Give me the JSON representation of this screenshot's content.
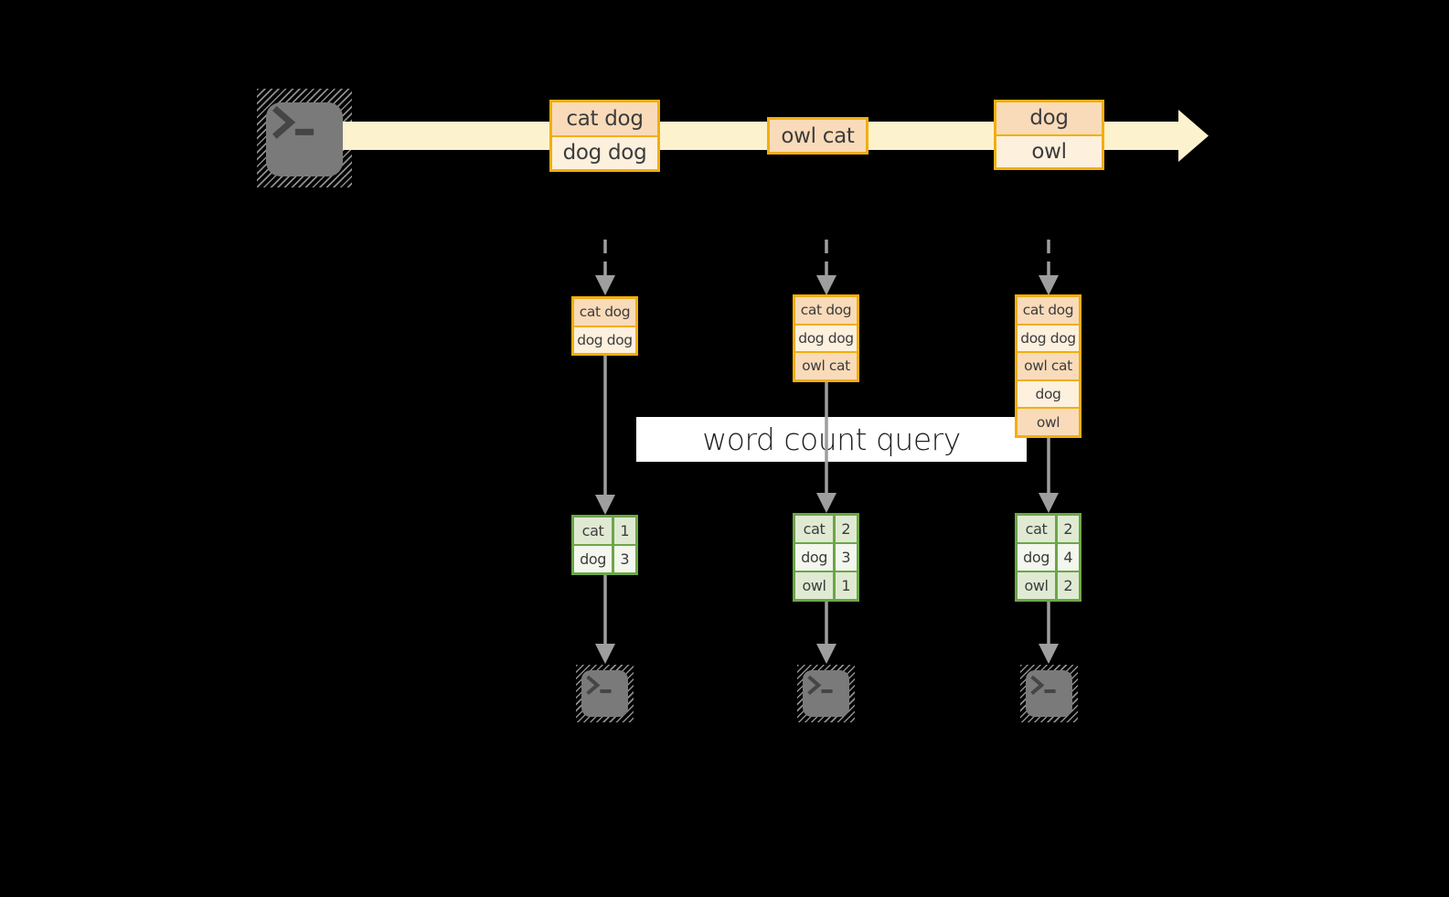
{
  "colors": {
    "background": "#000000",
    "stream_band": "#FCF2CE",
    "batch_border": "#F2AE0E",
    "batch_fill_a": "#F9DBBA",
    "batch_fill_b": "#FDF0DD",
    "table_border": "#6CA647",
    "table_fill_a": "#E0EAD3",
    "table_fill_b": "#F3F7EE",
    "arrow_gray": "#9E9E9E",
    "terminal_gray": "#7A7A7A",
    "terminal_glyph": "#454545",
    "banner_bg": "#FFFFFF",
    "banner_text": "#1F1F1F",
    "box_text": "#3C3C3C"
  },
  "icons": {
    "source": "terminal-icon",
    "consumers": [
      "terminal-icon",
      "terminal-icon",
      "terminal-icon"
    ]
  },
  "timeline": {
    "batches": [
      {
        "items": [
          "cat dog",
          "dog dog"
        ]
      },
      {
        "items": [
          "owl cat"
        ]
      },
      {
        "items": [
          "dog",
          "owl"
        ]
      }
    ]
  },
  "query_banner": {
    "label": "word count query"
  },
  "columns": [
    {
      "buffer": [
        "cat dog",
        "dog dog"
      ],
      "counts": [
        {
          "word": "cat",
          "count": "1"
        },
        {
          "word": "dog",
          "count": "3"
        }
      ]
    },
    {
      "buffer": [
        "cat dog",
        "dog dog",
        "owl cat"
      ],
      "counts": [
        {
          "word": "cat",
          "count": "2"
        },
        {
          "word": "dog",
          "count": "3"
        },
        {
          "word": "owl",
          "count": "1"
        }
      ]
    },
    {
      "buffer": [
        "cat dog",
        "dog dog",
        "owl cat",
        "dog",
        "owl"
      ],
      "counts": [
        {
          "word": "cat",
          "count": "2"
        },
        {
          "word": "dog",
          "count": "4"
        },
        {
          "word": "owl",
          "count": "2"
        }
      ]
    }
  ]
}
